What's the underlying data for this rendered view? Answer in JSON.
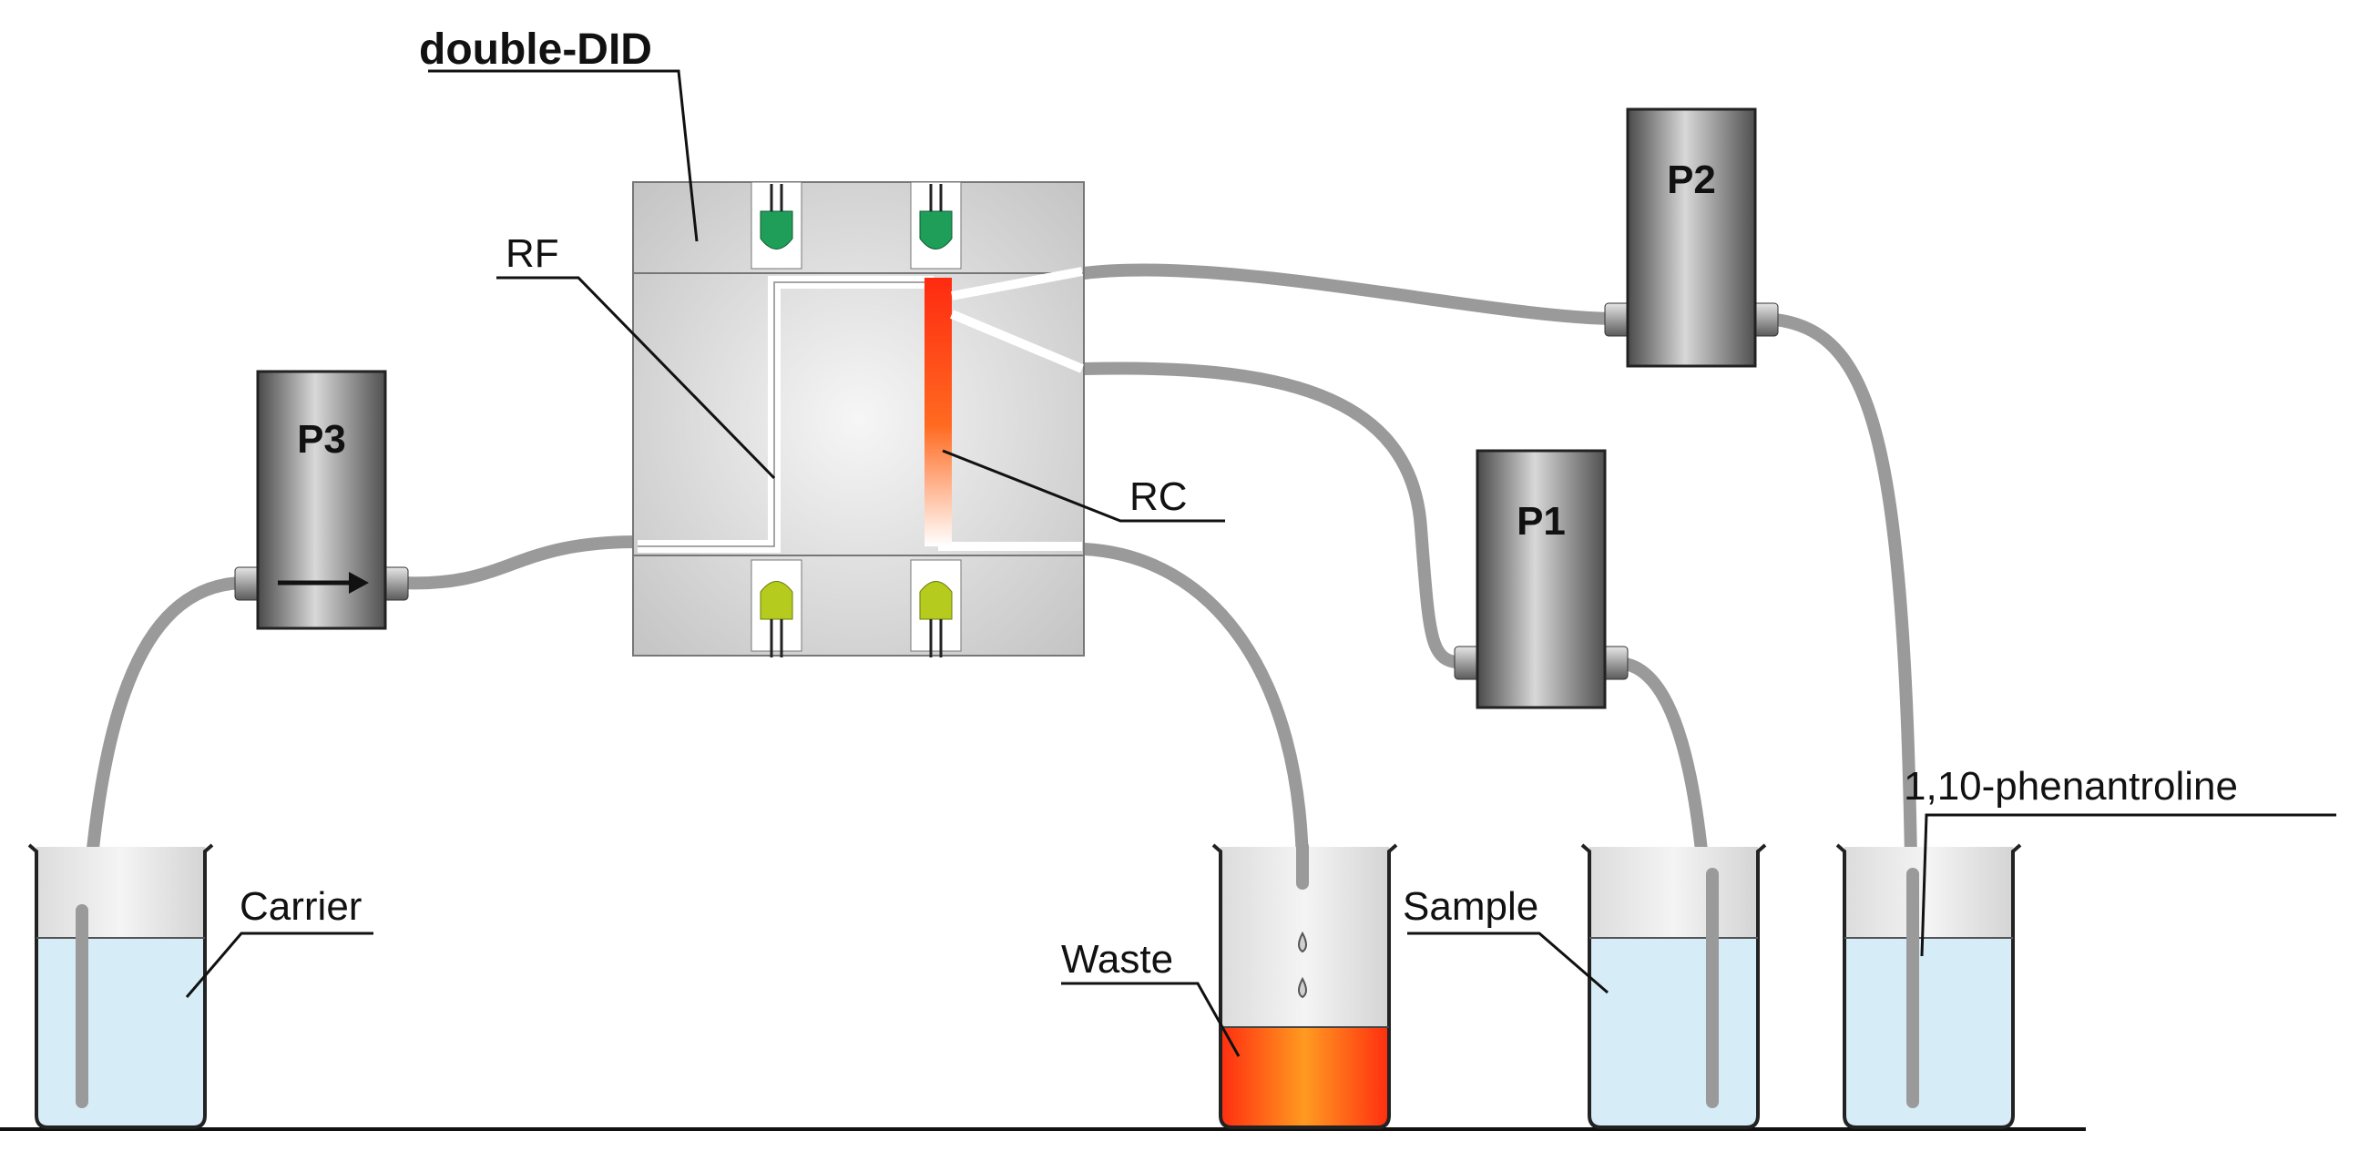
{
  "device": {
    "label": "double-DID"
  },
  "channels": {
    "reference": "RF",
    "reaction": "RC"
  },
  "pumps": [
    {
      "id": "p1",
      "label": "P1"
    },
    {
      "id": "p2",
      "label": "P2"
    },
    {
      "id": "p3",
      "label": "P3"
    }
  ],
  "beakers": [
    {
      "id": "carrier",
      "label": "Carrier"
    },
    {
      "id": "waste",
      "label": "Waste"
    },
    {
      "id": "sample",
      "label": "Sample"
    },
    {
      "id": "reagent",
      "label": "1,10-phenantroline"
    }
  ],
  "colors": {
    "block": "#c9c9c9",
    "tube": "#9a9a9a",
    "solution": "#d6ecf7",
    "product": "#ff3a10",
    "led_green": "#1f9e5a",
    "led_yellow": "#b5cc1e"
  }
}
